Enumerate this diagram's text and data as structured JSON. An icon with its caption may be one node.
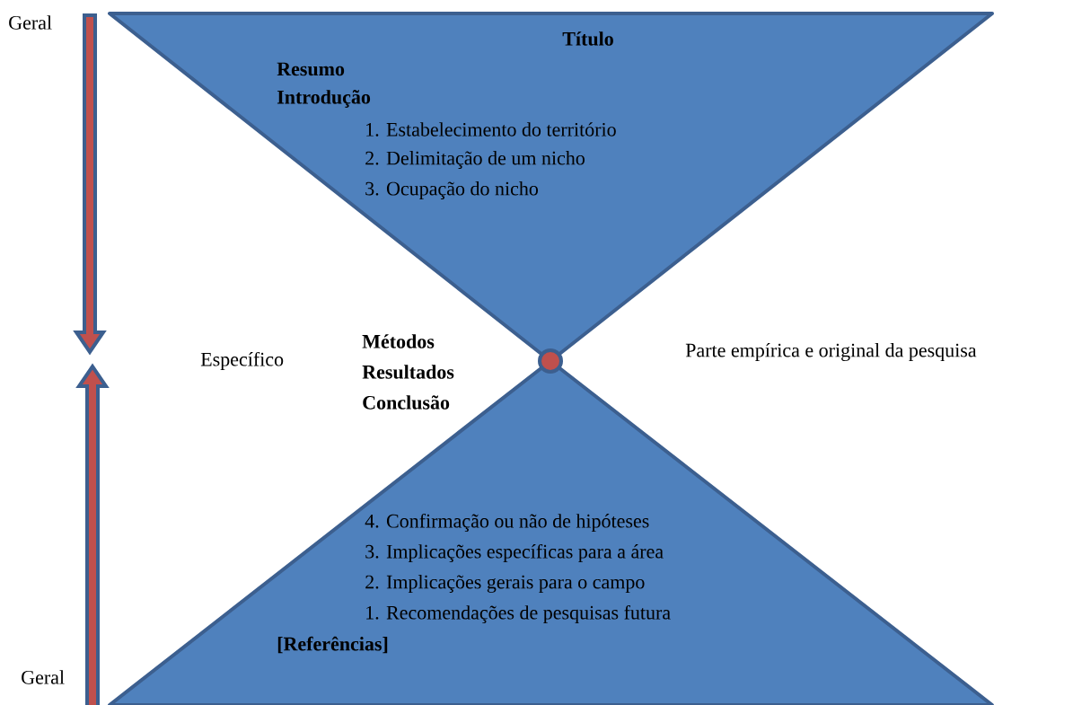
{
  "diagram": {
    "nodes": [
      {
        "text": [
          "Título",
          "Resumo",
          "Introdução",
          "1. Estabelecimento do território",
          "2. Delimitação de um nicho",
          "3. Ocupação do nicho"
        ]
      },
      {
        "text": [
          "4. Confirmação ou não de hipóteses",
          "3. Implicações específicas para a área",
          "2. Implicações gerais para o campo",
          "1. Recomendações de pesquisas futura",
          "[Referências]"
        ]
      },
      {
        "text": [],
        "shape": "circle"
      }
    ],
    "labels": [
      "Geral",
      "Específico",
      "Métodos",
      "Resultados",
      "Conclusão",
      "Parte empírica e original da pesquisa",
      "Geral"
    ]
  }
}
